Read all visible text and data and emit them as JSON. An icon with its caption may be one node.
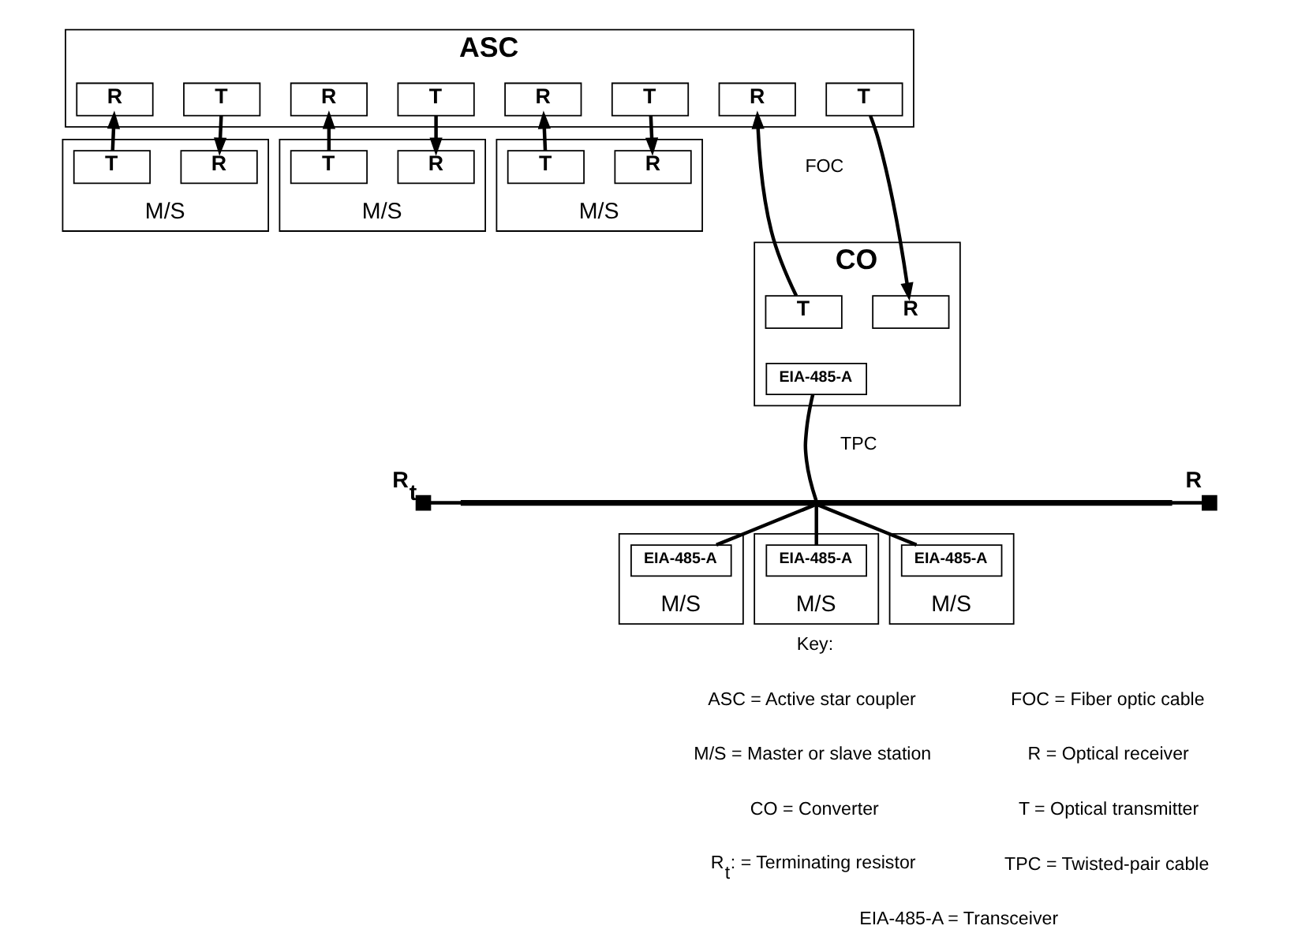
{
  "diagram": {
    "nodes": [
      {
        "text": [
          "ASC"
        ]
      },
      {
        "text": [
          "R"
        ],
        "in": 0
      },
      {
        "text": [
          "T"
        ],
        "in": 0
      },
      {
        "text": [
          "R"
        ],
        "in": 0
      },
      {
        "text": [
          "T"
        ],
        "in": 0
      },
      {
        "text": [
          "R"
        ],
        "in": 0
      },
      {
        "text": [
          "T"
        ],
        "in": 0
      },
      {
        "text": [
          "R"
        ],
        "in": 0
      },
      {
        "text": [
          "T"
        ],
        "in": 0
      },
      {
        "text": [
          "M/S"
        ]
      },
      {
        "text": [
          "T"
        ],
        "in": 9
      },
      {
        "text": [
          "R"
        ],
        "in": 9
      },
      {
        "text": [
          "M/S"
        ]
      },
      {
        "text": [
          "T"
        ],
        "in": 12
      },
      {
        "text": [
          "R"
        ],
        "in": 12
      },
      {
        "text": [
          "M/S"
        ]
      },
      {
        "text": [
          "T"
        ],
        "in": 15
      },
      {
        "text": [
          "R"
        ],
        "in": 15
      },
      {
        "text": [
          "CO"
        ]
      },
      {
        "text": [
          "T"
        ],
        "in": 18
      },
      {
        "text": [
          "R"
        ],
        "in": 18
      },
      {
        "text": [
          "EIA-485-A"
        ],
        "in": 18
      },
      {
        "text": [],
        "shape": "box",
        "beside": [
          "R$_{t}$"
        ]
      },
      {
        "text": [],
        "shape": "bar"
      },
      {
        "text": [],
        "shape": "box",
        "beside": [
          "R"
        ]
      },
      {
        "text": [
          "M/S"
        ]
      },
      {
        "text": [
          "EIA-485-A"
        ],
        "in": 25
      },
      {
        "text": [
          "M/S"
        ]
      },
      {
        "text": [
          "EIA-485-A"
        ],
        "in": 27
      },
      {
        "text": [
          "M/S"
        ]
      },
      {
        "text": [
          "EIA-485-A"
        ],
        "in": 29
      }
    ],
    "edges": [
      {
        "from": 10,
        "to": 1,
        "arrow": "to"
      },
      {
        "from": 2,
        "to": 11,
        "arrow": "to"
      },
      {
        "from": 13,
        "to": 3,
        "arrow": "to"
      },
      {
        "from": 4,
        "to": 14,
        "arrow": "to"
      },
      {
        "from": 16,
        "to": 5,
        "arrow": "to"
      },
      {
        "from": 6,
        "to": 17,
        "arrow": "to"
      },
      {
        "from": 19,
        "to": 7,
        "arrow": "to"
      },
      {
        "from": 8,
        "to": 20,
        "arrow": "to"
      },
      {
        "from": 22,
        "to": 23,
        "arrow": "none"
      },
      {
        "from": 23,
        "to": 24,
        "arrow": "none"
      },
      {
        "from": 21,
        "to": 23,
        "arrow": "none"
      },
      {
        "from": 23,
        "to": 26,
        "arrow": "none"
      },
      {
        "from": 23,
        "to": 28,
        "arrow": "none"
      },
      {
        "from": 23,
        "to": 30,
        "arrow": "none"
      }
    ],
    "labels": [
      "FOC",
      "TPC",
      "Key:",
      "ASC = Active star coupler",
      "FOC = Fiber optic cable",
      "M/S = Master or slave station",
      "R = Optical receiver",
      "CO = Converter",
      "T = Optical transmitter",
      "R$_{t}$: = Terminating resistor",
      "TPC = Twisted-pair cable",
      "EIA-485-A = Transceiver"
    ]
  }
}
